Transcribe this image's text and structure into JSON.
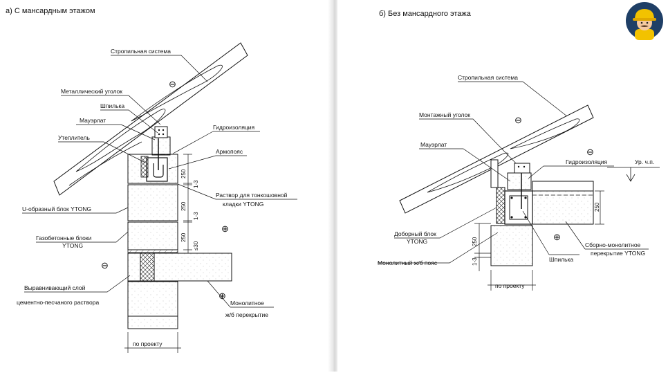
{
  "left": {
    "title": "а) С мансардным этажом",
    "labels": {
      "rafter": "Стропильная система",
      "metal_angle": "Металлический уголок",
      "stud": "Шпилька",
      "mauerlat": "Мауэрлат",
      "insulation": "Утеплитель",
      "waterproof": "Гидроизоляция",
      "armopoyas": "Армопояс",
      "mortar1": "Раствор для тонкошовной",
      "mortar2": "кладки YTONG",
      "ublock": "U-образный блок YTONG",
      "gas1": "Газобетонные блоки",
      "gas2": "YTONG",
      "level1": "Выравнивающий слой",
      "level2": "цементно-песчаного раствора",
      "mono1": "Монолитное",
      "mono2": "ж/б перекрытие",
      "project": "по проекту"
    },
    "dims": {
      "d250a": "250",
      "d13a": "1-3",
      "d250b": "250",
      "d13b": "1-3",
      "d250c": "250",
      "d30": "≤30"
    },
    "symbols": {
      "minus_top": "⊖",
      "plus_mid": "⊕",
      "minus_left": "⊖",
      "plus_bottom": "⊕"
    }
  },
  "right": {
    "title": "б) Без мансардного этажа",
    "labels": {
      "rafter": "Стропильная система",
      "mount_angle": "Монтажный уголок",
      "mauerlat": "Мауэрлат",
      "waterproof": "Гидроизоляция",
      "level": "Ур. ч.п.",
      "extra1": "Доборный блок",
      "extra2": "YTONG",
      "mono_belt": "Монолитный ж/б пояс",
      "stud": "Шпилька",
      "slab1": "Сборно-монолитное",
      "slab2": "перекрытие YTONG",
      "project": "по проекту"
    },
    "dims": {
      "d250a": "250",
      "d13": "1-3",
      "d250b": "250"
    },
    "symbols": {
      "minus_top": "⊖",
      "minus_right": "⊖",
      "plus": "⊕"
    }
  },
  "avatar": {
    "icon": "builder-avatar-icon",
    "bg": "#1f3f66",
    "helmet": "#f2c200"
  }
}
